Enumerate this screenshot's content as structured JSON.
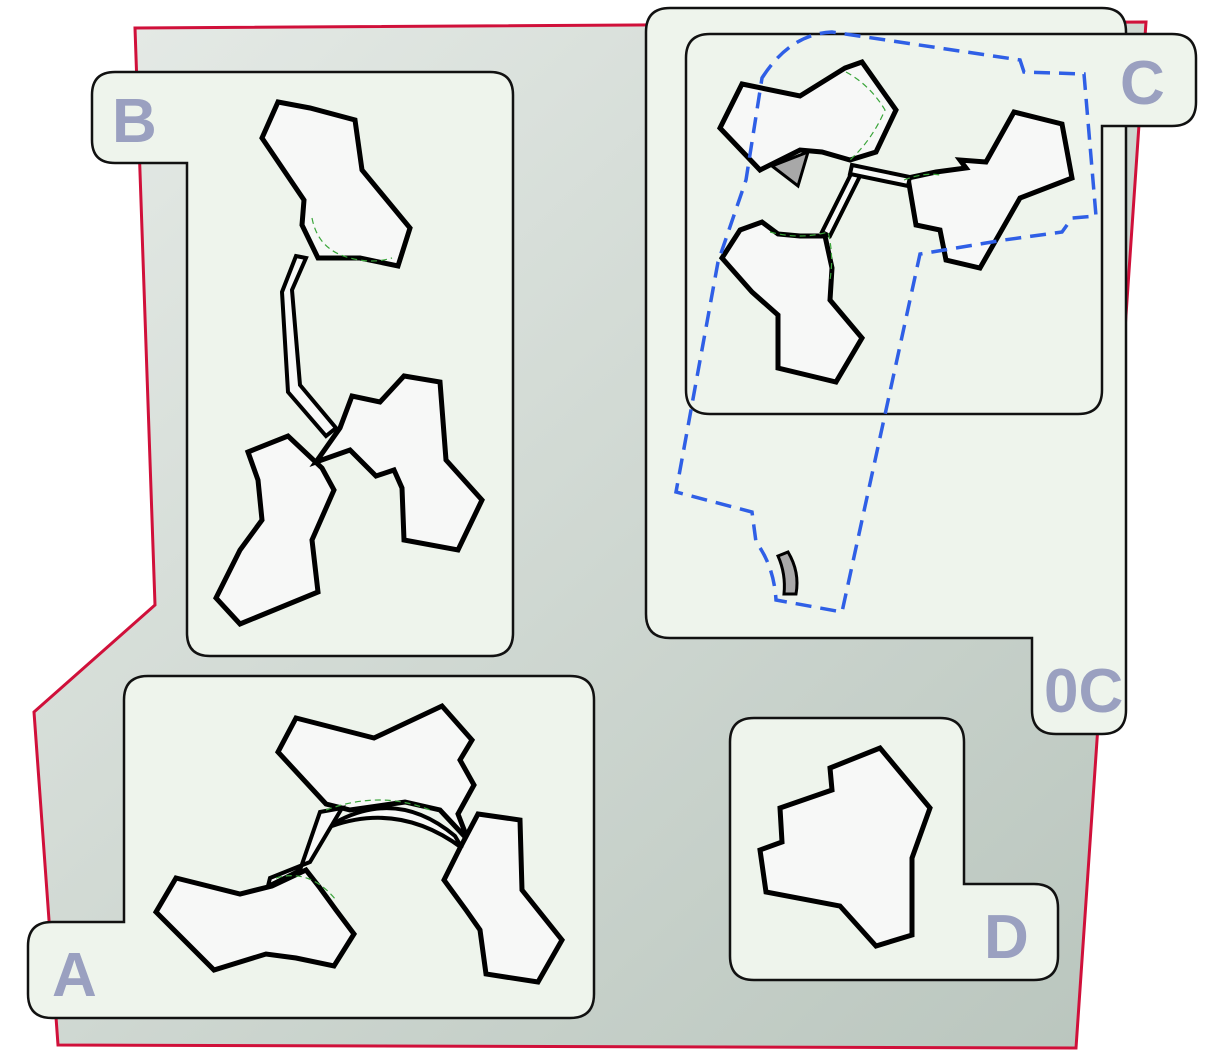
{
  "map": {
    "colors": {
      "site_boundary": "#d0103a",
      "site_fill_light": "#e6ebe7",
      "site_fill_dark": "#b9c5bd",
      "zone_fill": "#eef4ec",
      "zone_label": "#9aa0c0",
      "building_fill": "#f7f8f7",
      "dashed_boundary": "#2f5fe6",
      "seam_line": "#3aa53a",
      "marker_fill": "#a8a8a8"
    },
    "zones": {
      "A": {
        "label": "A"
      },
      "B": {
        "label": "B"
      },
      "C": {
        "label": "C"
      },
      "OC": {
        "label": "0C"
      },
      "D": {
        "label": "D"
      }
    }
  }
}
